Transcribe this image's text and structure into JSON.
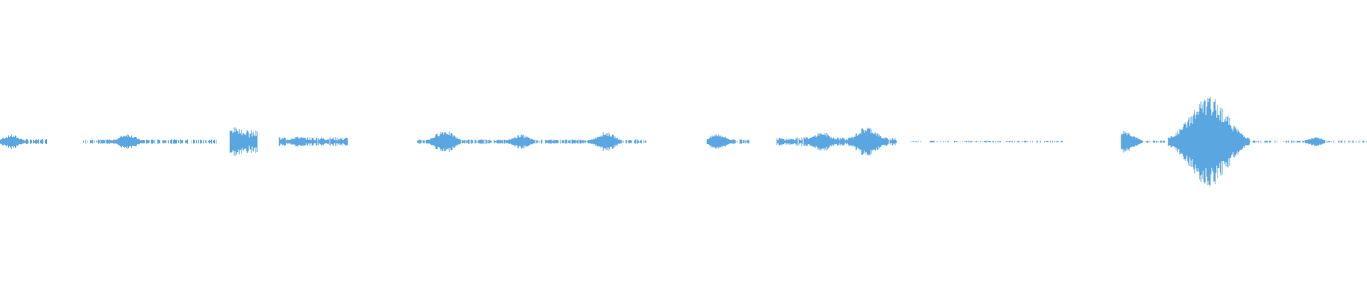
{
  "waveform": {
    "color": "#5aa6e0",
    "segments": [
      {
        "start": 0.0,
        "end": 0.035,
        "peak": 0.06,
        "bursts": [
          {
            "at": 0.008,
            "amp": 0.16
          }
        ]
      },
      {
        "start": 0.061,
        "end": 0.158,
        "peak": 0.05,
        "bursts": [
          {
            "at": 0.093,
            "amp": 0.18
          }
        ]
      },
      {
        "start": 0.168,
        "end": 0.188,
        "peak": 0.26,
        "bursts": [
          {
            "at": 0.172,
            "amp": 0.32
          }
        ]
      },
      {
        "start": 0.204,
        "end": 0.254,
        "peak": 0.1,
        "bursts": [
          {
            "at": 0.218,
            "amp": 0.12
          }
        ]
      },
      {
        "start": 0.305,
        "end": 0.474,
        "peak": 0.05,
        "bursts": [
          {
            "at": 0.325,
            "amp": 0.26
          },
          {
            "at": 0.381,
            "amp": 0.16
          },
          {
            "at": 0.443,
            "amp": 0.22
          }
        ]
      },
      {
        "start": 0.517,
        "end": 0.548,
        "peak": 0.05,
        "bursts": [
          {
            "at": 0.525,
            "amp": 0.18
          }
        ]
      },
      {
        "start": 0.568,
        "end": 0.656,
        "peak": 0.1,
        "bursts": [
          {
            "at": 0.601,
            "amp": 0.22
          },
          {
            "at": 0.634,
            "amp": 0.34
          }
        ]
      },
      {
        "start": 0.666,
        "end": 0.777,
        "peak": 0.02,
        "bursts": []
      },
      {
        "start": 0.82,
        "end": 1.0,
        "peak": 0.03,
        "bursts": [
          {
            "at": 0.822,
            "amp": 0.26
          },
          {
            "at": 0.884,
            "amp": 1.0
          },
          {
            "at": 0.962,
            "amp": 0.1
          }
        ]
      }
    ]
  }
}
